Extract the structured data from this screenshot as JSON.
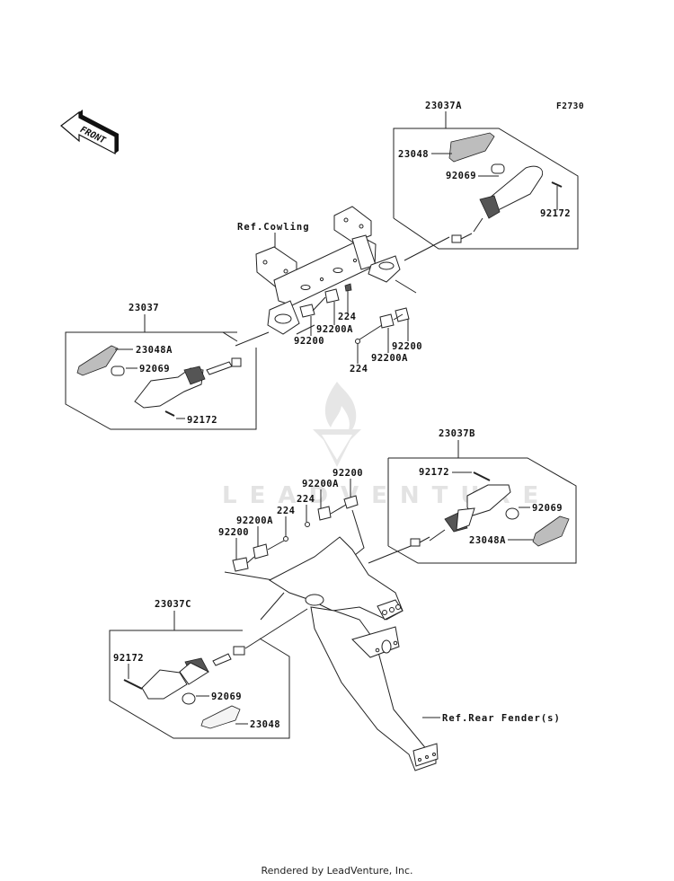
{
  "diagram": {
    "figure_code": "F2730",
    "front_indicator": "FRONT",
    "watermark": "LEADVENTURE",
    "references": {
      "cowling": "Ref.Cowling",
      "rear_fender": "Ref.Rear Fender(s)"
    },
    "assemblies": [
      {
        "id": "front-right",
        "part_no": "23037A",
        "parts": [
          "23048",
          "92069",
          "92172"
        ]
      },
      {
        "id": "front-left",
        "part_no": "23037",
        "parts": [
          "23048A",
          "92069",
          "92172"
        ]
      },
      {
        "id": "rear-right",
        "part_no": "23037B",
        "parts": [
          "92172",
          "92069",
          "23048A"
        ]
      },
      {
        "id": "rear-left",
        "part_no": "23037C",
        "parts": [
          "92172",
          "92069",
          "23048"
        ]
      }
    ],
    "front_bracket_parts": {
      "left": [
        "224",
        "92200A",
        "92200"
      ],
      "right": [
        "92200",
        "92200A",
        "224"
      ]
    },
    "rear_bracket_parts": {
      "left": [
        "224",
        "92200A",
        "92200"
      ],
      "right": [
        "92200",
        "92200A",
        "224"
      ]
    }
  },
  "footer": {
    "text": "Rendered by LeadVenture, Inc."
  }
}
